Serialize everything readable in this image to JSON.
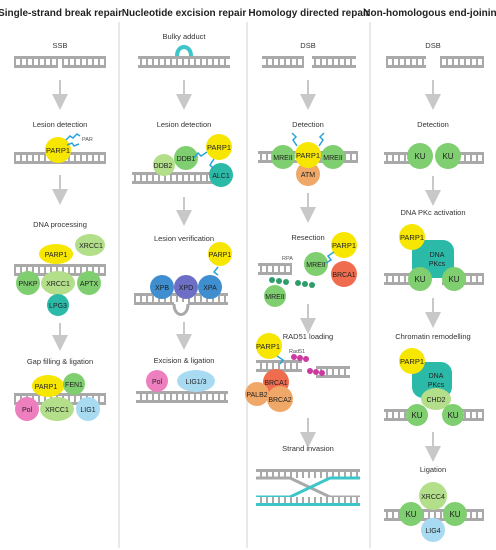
{
  "columns": [
    {
      "title": "Single-strand break repair",
      "steps": [
        "SSB",
        "Lesion detection",
        "DNA processing",
        "Gap filling & ligation"
      ]
    },
    {
      "title": "Nucleotide excision repair",
      "steps": [
        "Bulky adduct",
        "Lesion detection",
        "Lesion verification",
        "Excision & ligation"
      ]
    },
    {
      "title": "Homology directed repair",
      "steps": [
        "DSB",
        "Detection",
        "Resection",
        "RAD51 loading",
        "Strand invasion"
      ]
    },
    {
      "title": "Non-homologous end-joining",
      "steps": [
        "DSB",
        "Detection",
        "DNA PKc activation",
        "Chromatin remodelling",
        "Ligation"
      ]
    }
  ],
  "labels": {
    "par": "PAR",
    "rpa": "RPA",
    "rad51": "Rad51"
  },
  "proteins": {
    "parp1": "PARP1",
    "xrcc1": "XRCC1",
    "pnkp": "PNKP",
    "aptx": "APTX",
    "lpg3": "LPG3",
    "fen1": "FEN1",
    "pol": "Pol",
    "lig1": "LIG1",
    "ddb1": "DDB1",
    "ddb2": "DDB2",
    "alc1": "ALC1",
    "xpb": "XPB",
    "xpd": "XPD",
    "xpa": "XPA",
    "lig13": "LIG1/3",
    "mreii": "MREII",
    "atm": "ATM",
    "brca1": "BRCA1",
    "brca2": "BRCA2",
    "palb2": "PALB2",
    "ku": "KU",
    "dnapkcs_1": "DNA",
    "dnapkcs_2": "PKcs",
    "chd2": "CHD2",
    "xrcc4": "XRCC4",
    "lig4": "LIG4"
  },
  "colors": {
    "parp1": "#f7e600",
    "green": "#7fce6f",
    "light_green": "#b3de8a",
    "teal": "#2bb9a8",
    "blue": "#3e8ed0",
    "purple": "#6c6fc5",
    "pink": "#ee7fbf",
    "light_blue": "#a8dbf2",
    "orange": "#f0a868",
    "red": "#f06c4f",
    "dna": "#a9a9a9",
    "arrow_par": "#29a4d9",
    "rad51": "#cc3aa0",
    "rpa": "#2d9e6a",
    "invasion": "#3ec5c9"
  }
}
